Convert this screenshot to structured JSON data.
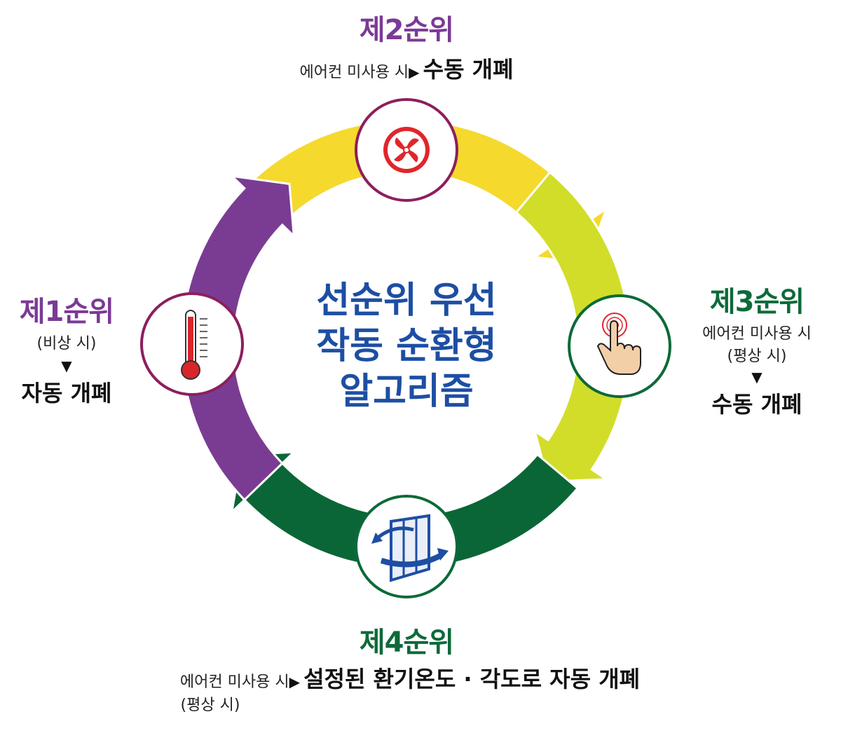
{
  "center": {
    "line1": "선순위 우선",
    "line2": "작동 순환형",
    "line3": "알고리즘"
  },
  "rank1": {
    "title": "제1순위",
    "condition": "(비상 시)",
    "arrow": "▼",
    "action": "자동 개폐",
    "icon": "thermometer-icon"
  },
  "rank2": {
    "title": "제2순위",
    "condition": "에어컨 미사용 시",
    "arrow": "▶",
    "action": "수동 개폐",
    "icon": "fan-icon"
  },
  "rank3": {
    "title": "제3순위",
    "condition": "에어컨 미사용 시",
    "condition2": "(평상 시)",
    "arrow": "▼",
    "action": "수동 개폐",
    "icon": "touch-button-icon"
  },
  "rank4": {
    "title": "제4순위",
    "condition": "에어컨 미사용 시",
    "arrow": "▶",
    "action": "설정된 환기온도 · 각도로 자동 개폐",
    "condition2": "(평상 시)",
    "icon": "window-airflow-icon"
  },
  "colors": {
    "purple": "#7b3a96",
    "gold": "#f2d12e",
    "lime": "#c9d62a",
    "darkgreen": "#0b6b3a",
    "title_blue": "#1d4ea3",
    "fan_red": "#e0262b"
  }
}
